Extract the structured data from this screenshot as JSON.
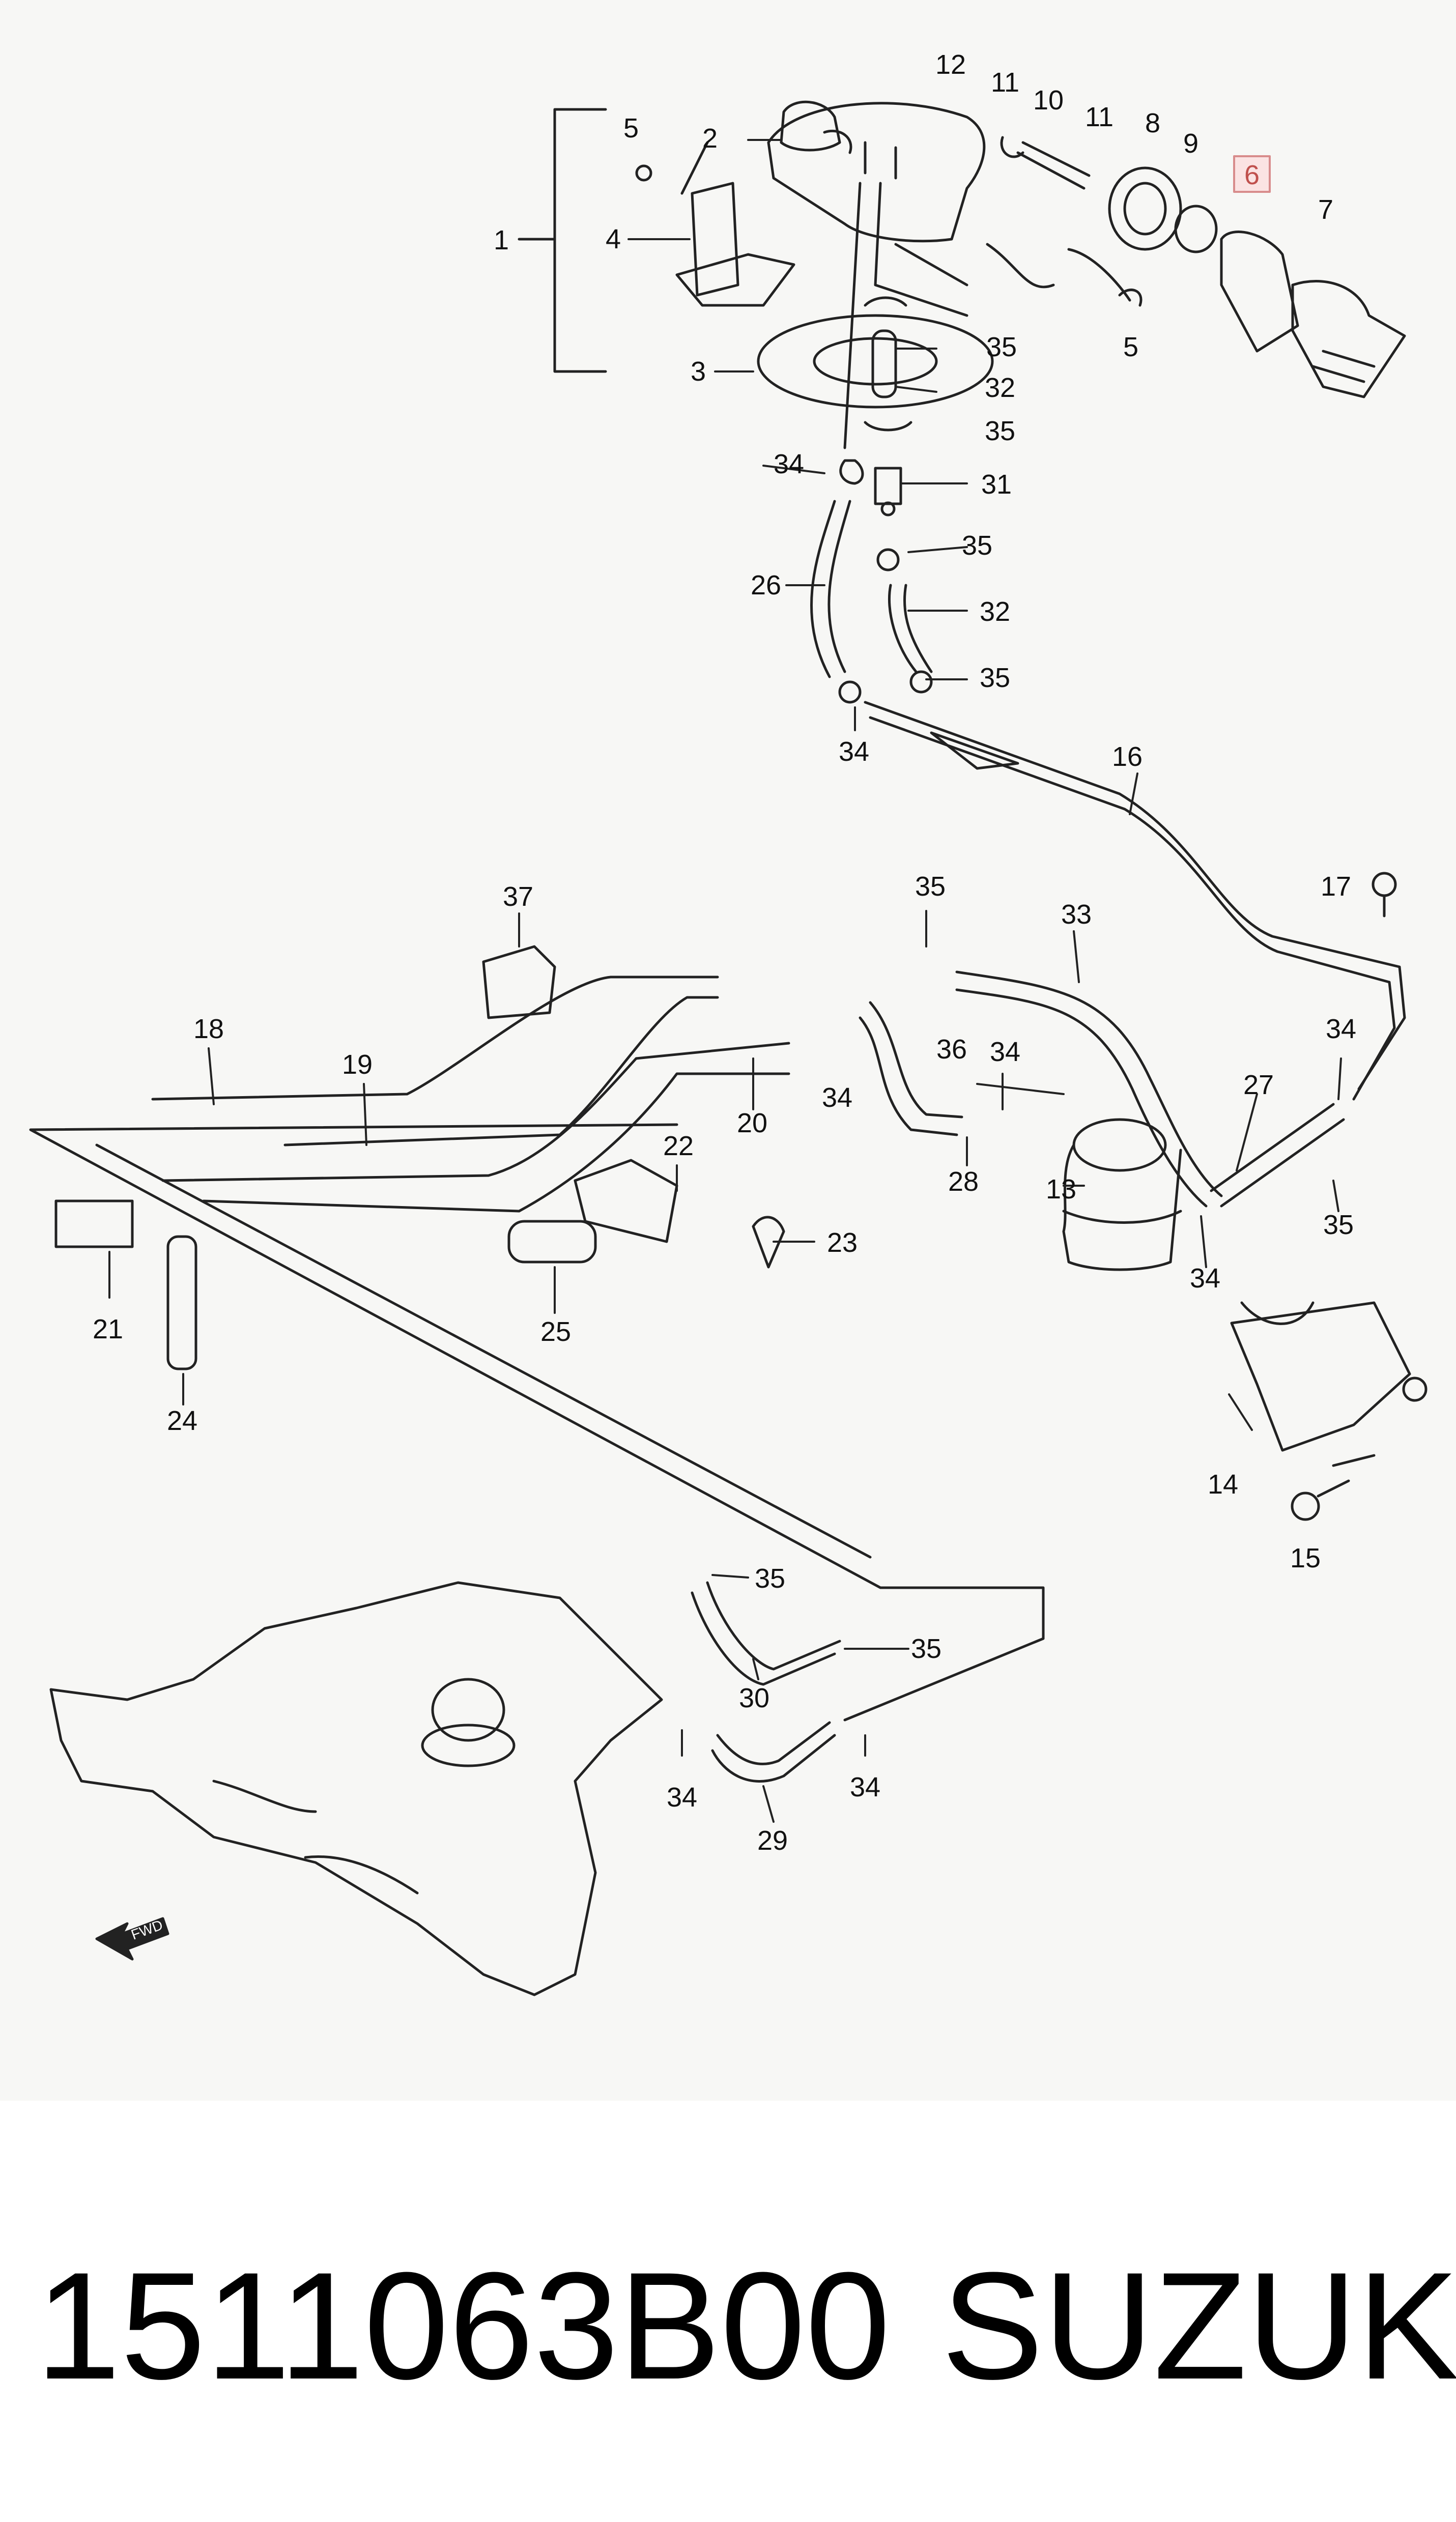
{
  "diagram": {
    "callouts": [
      {
        "id": "c1",
        "text": "1"
      },
      {
        "id": "c2",
        "text": "2"
      },
      {
        "id": "c3",
        "text": "3"
      },
      {
        "id": "c4",
        "text": "4"
      },
      {
        "id": "c5a",
        "text": "5"
      },
      {
        "id": "c5b",
        "text": "5"
      },
      {
        "id": "c6",
        "text": "6",
        "highlight": true
      },
      {
        "id": "c7",
        "text": "7"
      },
      {
        "id": "c8",
        "text": "8"
      },
      {
        "id": "c9",
        "text": "9"
      },
      {
        "id": "c10",
        "text": "10"
      },
      {
        "id": "c11a",
        "text": "11"
      },
      {
        "id": "c11b",
        "text": "11"
      },
      {
        "id": "c12",
        "text": "12"
      },
      {
        "id": "c13",
        "text": "13"
      },
      {
        "id": "c14",
        "text": "14"
      },
      {
        "id": "c15",
        "text": "15"
      },
      {
        "id": "c16",
        "text": "16"
      },
      {
        "id": "c17",
        "text": "17"
      },
      {
        "id": "c18",
        "text": "18"
      },
      {
        "id": "c19",
        "text": "19"
      },
      {
        "id": "c20",
        "text": "20"
      },
      {
        "id": "c21",
        "text": "21"
      },
      {
        "id": "c22",
        "text": "22"
      },
      {
        "id": "c23",
        "text": "23"
      },
      {
        "id": "c24",
        "text": "24"
      },
      {
        "id": "c25",
        "text": "25"
      },
      {
        "id": "c26",
        "text": "26"
      },
      {
        "id": "c27",
        "text": "27"
      },
      {
        "id": "c28",
        "text": "28"
      },
      {
        "id": "c29",
        "text": "29"
      },
      {
        "id": "c30",
        "text": "30"
      },
      {
        "id": "c31",
        "text": "31"
      },
      {
        "id": "c32a",
        "text": "32"
      },
      {
        "id": "c32b",
        "text": "32"
      },
      {
        "id": "c33",
        "text": "33"
      },
      {
        "id": "c34a",
        "text": "34"
      },
      {
        "id": "c34b",
        "text": "34"
      },
      {
        "id": "c34c",
        "text": "34"
      },
      {
        "id": "c34d",
        "text": "34"
      },
      {
        "id": "c34e",
        "text": "34"
      },
      {
        "id": "c34f",
        "text": "34"
      },
      {
        "id": "c34g",
        "text": "34"
      },
      {
        "id": "c35a",
        "text": "35"
      },
      {
        "id": "c35b",
        "text": "35"
      },
      {
        "id": "c35c",
        "text": "35"
      },
      {
        "id": "c35d",
        "text": "35"
      },
      {
        "id": "c35e",
        "text": "35"
      },
      {
        "id": "c35f",
        "text": "35"
      },
      {
        "id": "c35g",
        "text": "35"
      },
      {
        "id": "c35h",
        "text": "35"
      },
      {
        "id": "c36",
        "text": "36"
      },
      {
        "id": "c37",
        "text": "37"
      }
    ],
    "fwd_label": "FWD",
    "colors": {
      "line": "#222222",
      "highlight_fill": "#fbe3e3",
      "highlight_stroke": "#d88c8c",
      "highlight_text": "#c0504d"
    }
  },
  "caption": {
    "part_number": "1511063B00",
    "brand": "SUZUKI"
  }
}
